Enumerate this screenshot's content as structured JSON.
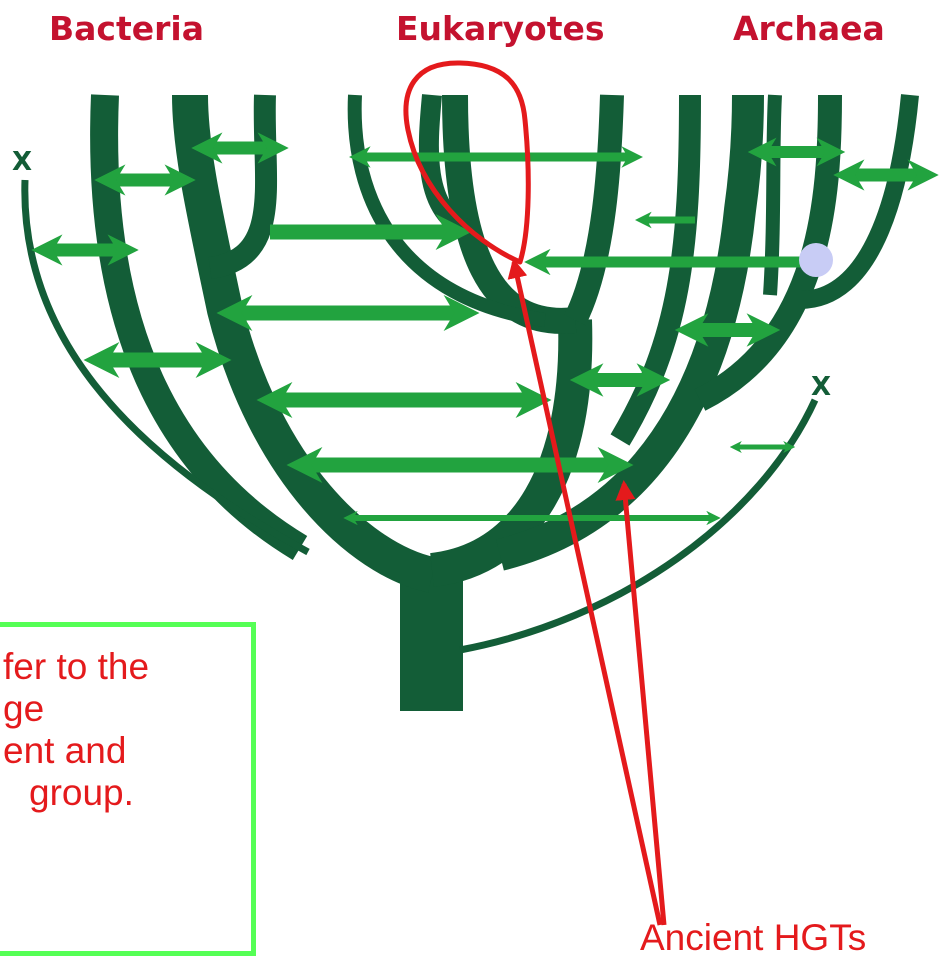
{
  "labels": {
    "bacteria": "Bacteria",
    "eukaryotes": "Eukaryotes",
    "archaea": "Archaea",
    "extinct_left": "X",
    "extinct_right": "X",
    "ancient_hgts": "Ancient HGTs"
  },
  "note": {
    "line1": "fer to the",
    "line2": "ge",
    "line3": "ent and",
    "line4": "group."
  },
  "colors": {
    "trunk": "#135d37",
    "transfer_arrow": "#22a33f",
    "headers": "#c4122f",
    "highlight": "#e41a1c",
    "note_border": "#55ff55",
    "node_dot": "#c8ccf5"
  }
}
